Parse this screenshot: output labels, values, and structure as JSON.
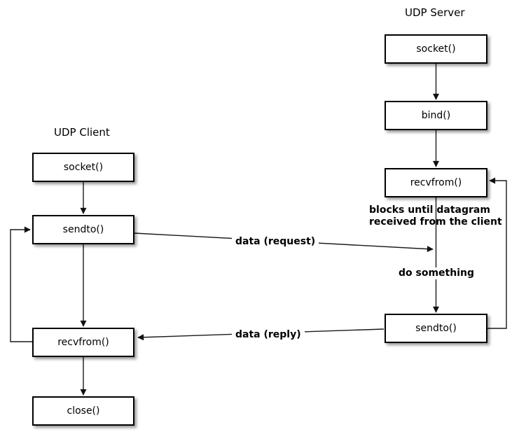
{
  "diagram": {
    "client": {
      "title": "UDP Client",
      "boxes": [
        {
          "label": "socket()"
        },
        {
          "label": "sendto()"
        },
        {
          "label": "recvfrom()"
        },
        {
          "label": "close()"
        }
      ]
    },
    "server": {
      "title": "UDP Server",
      "boxes": [
        {
          "label": "socket()"
        },
        {
          "label": "bind()"
        },
        {
          "label": "recvfrom()"
        },
        {
          "label": "sendto()"
        }
      ]
    },
    "annotations": {
      "blocks_line1": "blocks until datagram",
      "blocks_line2": "received from the client",
      "do_something": "do something",
      "data_request": "data (request)",
      "data_reply": "data (reply)"
    },
    "colors": {
      "background": "#ffffff",
      "box_fill": "#ffffff",
      "box_border": "#000000",
      "line": "#1a1a1a",
      "text": "#000000",
      "shadow": "rgba(0,0,0,0.40)"
    }
  }
}
